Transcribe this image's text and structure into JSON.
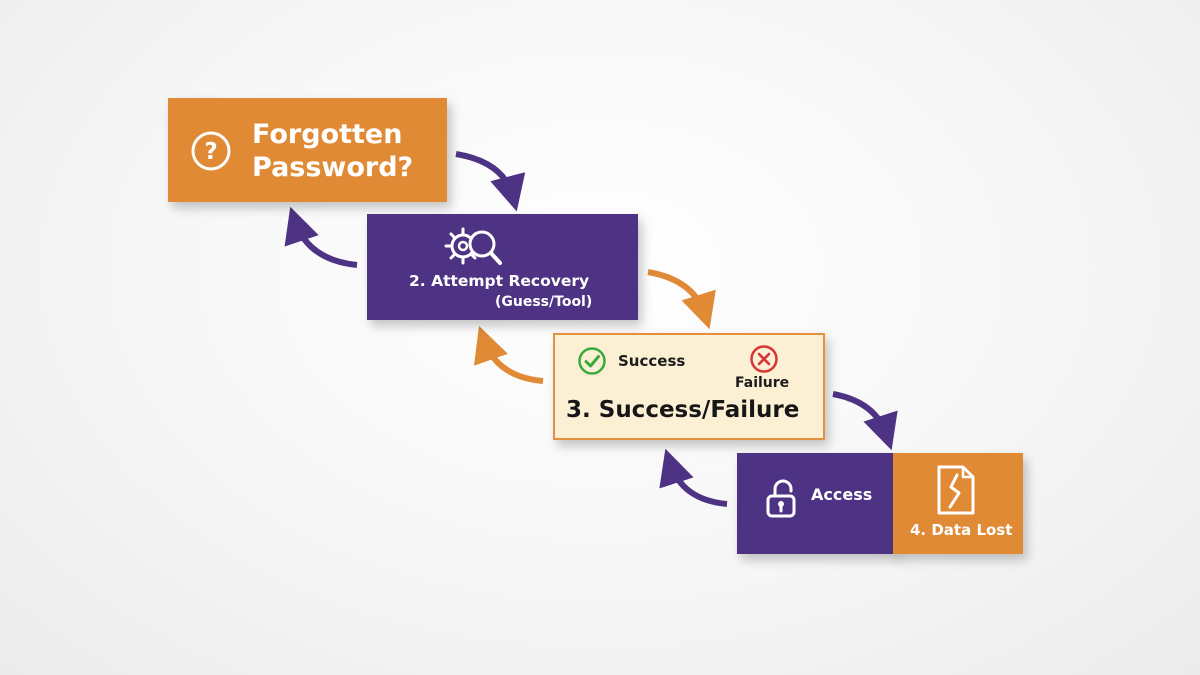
{
  "steps": {
    "forgotten": {
      "line1": "Forgotten",
      "line2": "Password?",
      "icon": "question-circle-icon"
    },
    "attempt": {
      "label": "2. Attempt Recovery",
      "sublabel": "(Guess/Tool)",
      "icon": "gear-magnifier-icon"
    },
    "result": {
      "title": "3. Success/Failure",
      "success_label": "Success",
      "failure_label": "Failure",
      "success_icon": "check-circle-icon",
      "failure_icon": "x-circle-icon"
    },
    "access": {
      "label": "Access",
      "icon": "unlock-icon"
    },
    "data_lost": {
      "label": "4. Data Lost",
      "icon": "broken-file-icon"
    }
  },
  "colors": {
    "orange": "#e08a36",
    "purple": "#4e3384",
    "cream": "#fcf0d4",
    "success_green": "#3aa83a",
    "failure_red": "#d83434"
  }
}
